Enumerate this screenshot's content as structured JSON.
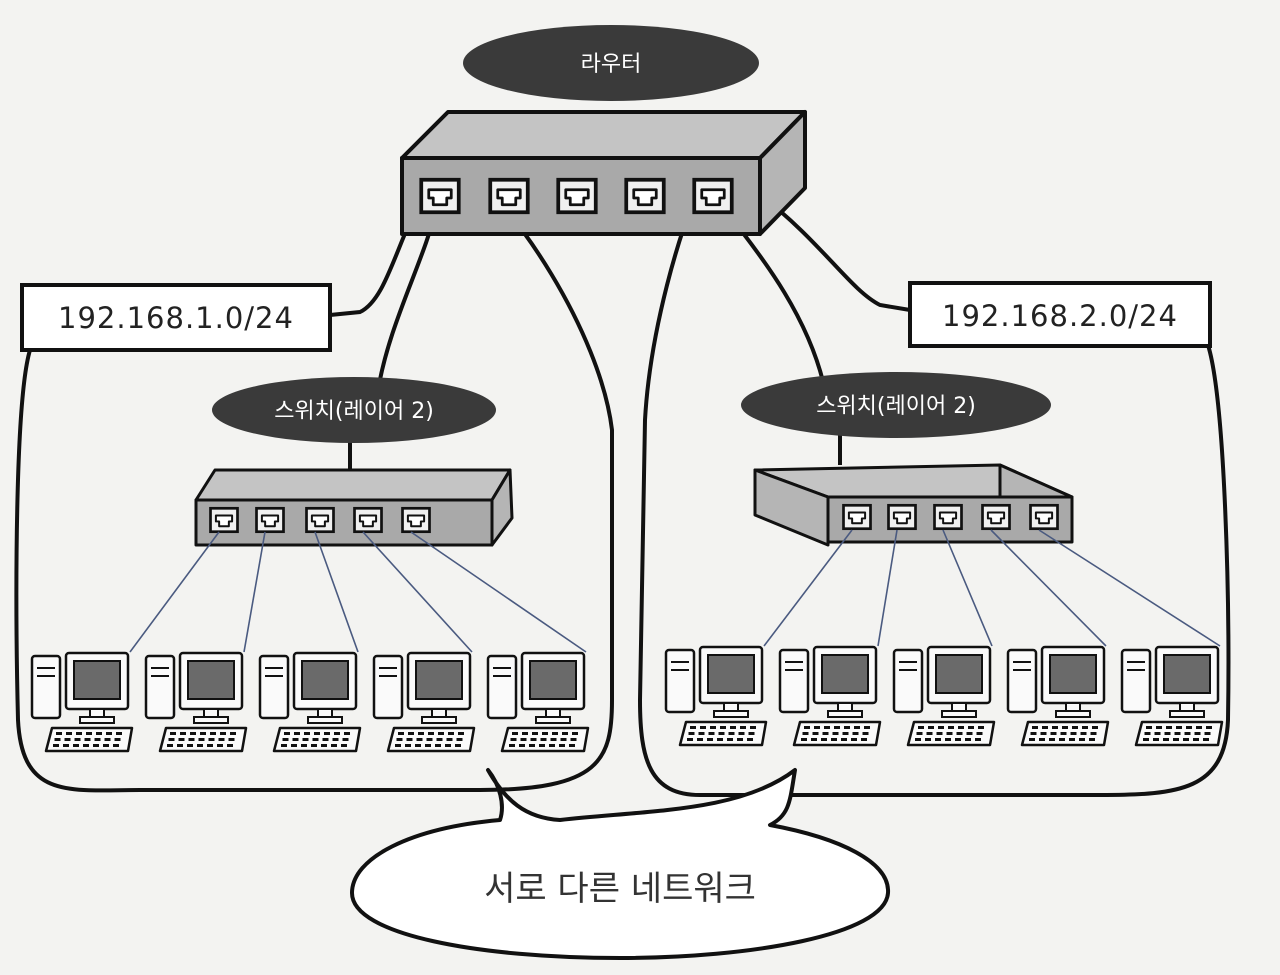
{
  "router": {
    "label": "라우터",
    "ports": 5
  },
  "networks": [
    {
      "address": "192.168.1.0/24",
      "switch_label": "스위치(레이어 2)",
      "switch_ports": 5,
      "computers": 5
    },
    {
      "address": "192.168.2.0/24",
      "switch_label": "스위치(레이어 2)",
      "switch_ports": 5,
      "computers": 5
    }
  ],
  "callout": {
    "text": "서로 다른 네트워크"
  },
  "colors": {
    "pill": "#3a3a3a",
    "device_face": "#a9a9a9",
    "device_top": "#c4c4c4",
    "screen": "#6a6a6a",
    "line": "#1a1a1a",
    "cable": "#4a5a80"
  }
}
